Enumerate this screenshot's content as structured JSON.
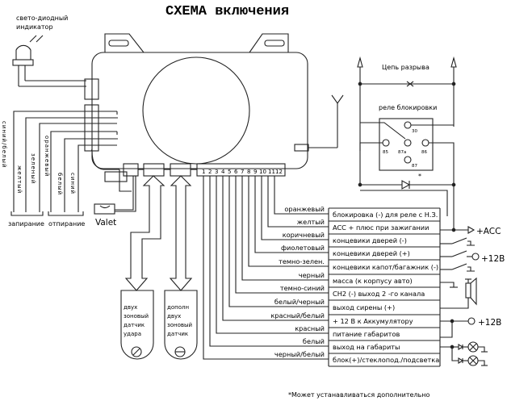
{
  "title": "СХЕМА включения",
  "led": {
    "label_line1": "свето-диодный",
    "label_line2": "индикатор"
  },
  "left_wires": {
    "locking": [
      "синий/белый",
      "желтый",
      "зеленый"
    ],
    "unlocking": [
      "оранжевый",
      "белый",
      "синий"
    ],
    "group_locking": "запирание",
    "group_unlocking": "отпирание"
  },
  "valet": "Valet",
  "sensors": [
    {
      "lines": [
        "двух",
        "зоновый",
        "датчик",
        "удара"
      ]
    },
    {
      "lines": [
        "дополн",
        "двух",
        "зоновый",
        "датчик"
      ]
    }
  ],
  "connector_pins": [
    "1",
    "2",
    "3",
    "4",
    "5",
    "6",
    "7",
    "8",
    "9",
    "10",
    "11",
    "12"
  ],
  "relay": {
    "break_label": "Цепь разрыва",
    "title": "реле блокировки",
    "pins": [
      "30",
      "85",
      "87а",
      "86",
      "87"
    ],
    "diode_note": "*"
  },
  "wires": [
    {
      "color": "оранжевый",
      "function": "блокировка (-) для реле с Н.З."
    },
    {
      "color": "желтый",
      "function": "ACC + плюс при зажигании"
    },
    {
      "color": "коричневый",
      "function": "концевики дверей (-)"
    },
    {
      "color": "фиолетовый",
      "function": "концевики дверей (+)"
    },
    {
      "color": "темно-зелен.",
      "function": "концевики капот/багажник (-)"
    },
    {
      "color": "черный",
      "function": "масса (к корпусу авто)"
    },
    {
      "color": "темно-синий",
      "function": "CH2 (-) выход 2 -го канала"
    },
    {
      "color": "белый/черный",
      "function": "выход сирены (+)"
    },
    {
      "color": "красный/белый",
      "function": "+ 12 В к Аккумулятору"
    },
    {
      "color": "красный",
      "function": "питание габаритов"
    },
    {
      "color": "белый",
      "function": "выход на габариты"
    },
    {
      "color": "черный/белый",
      "function": "блок(+)/стеклопод./подсветка"
    }
  ],
  "terminals": {
    "acc": "+ACC",
    "v12_top": "+12В",
    "v12_bottom": "+12В"
  },
  "footnote": "*Может устанавливаться дополнительно"
}
